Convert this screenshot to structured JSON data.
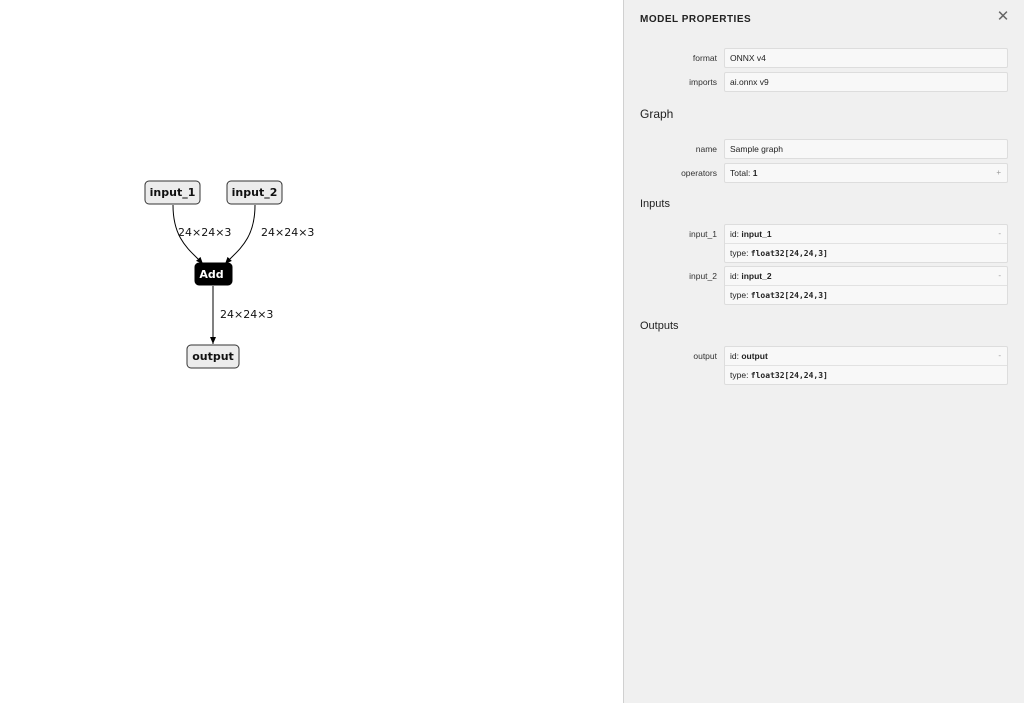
{
  "graph": {
    "nodes": {
      "input_1": "input_1",
      "input_2": "input_2",
      "add": "Add",
      "output": "output"
    },
    "edges": {
      "in1_to_add": "24×24×3",
      "in2_to_add": "24×24×3",
      "add_to_out": "24×24×3"
    }
  },
  "sidebar": {
    "title": "MODEL PROPERTIES",
    "close_icon": "close-icon",
    "model": {
      "format_label": "format",
      "format_value": "ONNX v4",
      "imports_label": "imports",
      "imports_value": "ai.onnx v9"
    },
    "graph_section": {
      "heading": "Graph",
      "name_label": "name",
      "name_value": "Sample graph",
      "operators_label": "operators",
      "operators_prefix": "Total: ",
      "operators_total": "1",
      "operators_toggle": "+"
    },
    "inputs_section": {
      "heading": "Inputs",
      "items": [
        {
          "label": "input_1",
          "id_prefix": "id: ",
          "id": "input_1",
          "type_prefix": "type: ",
          "type": "float32[24,24,3]",
          "toggle": "-"
        },
        {
          "label": "input_2",
          "id_prefix": "id: ",
          "id": "input_2",
          "type_prefix": "type: ",
          "type": "float32[24,24,3]",
          "toggle": "-"
        }
      ]
    },
    "outputs_section": {
      "heading": "Outputs",
      "items": [
        {
          "label": "output",
          "id_prefix": "id: ",
          "id": "output",
          "type_prefix": "type: ",
          "type": "float32[24,24,3]",
          "toggle": "-"
        }
      ]
    }
  }
}
